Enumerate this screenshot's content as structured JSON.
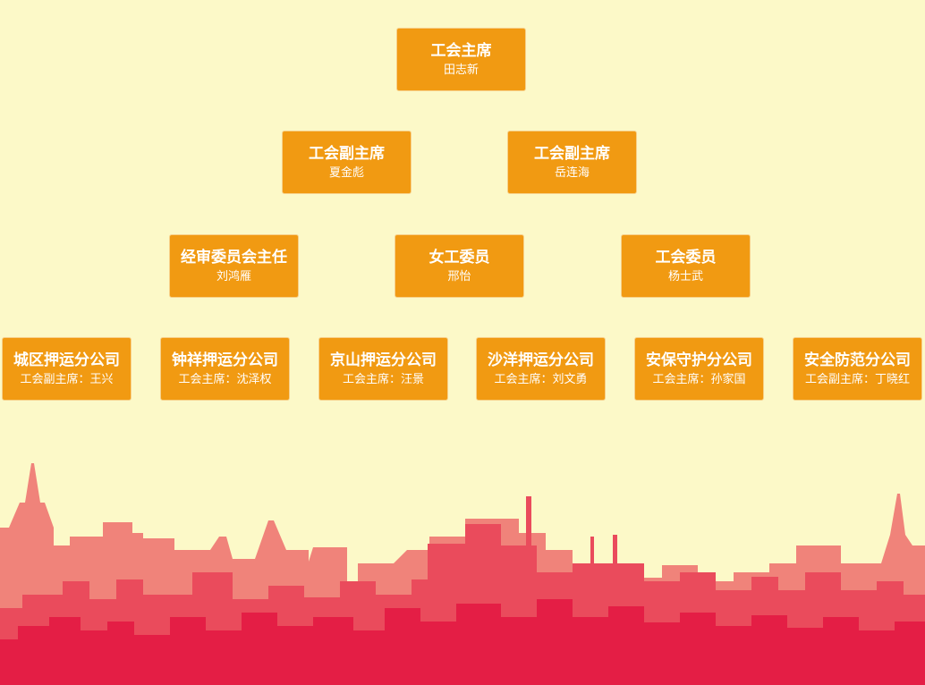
{
  "org_chart": {
    "chairman": {
      "title": "工会主席",
      "name": "田志新"
    },
    "vice_chairs": [
      {
        "title": "工会副主席",
        "name": "夏金彪"
      },
      {
        "title": "工会副主席",
        "name": "岳连海"
      }
    ],
    "committee": [
      {
        "title": "经审委员会主任",
        "name": "刘鸿雁"
      },
      {
        "title": "女工委员",
        "name": "邢怡"
      },
      {
        "title": "工会委员",
        "name": "杨士武"
      }
    ],
    "companies": [
      {
        "title": "城区押运分公司",
        "name": "工会副主席：王兴"
      },
      {
        "title": "钟祥押运分公司",
        "name": "工会主席：沈泽权"
      },
      {
        "title": "京山押运分公司",
        "name": "工会主席：汪景"
      },
      {
        "title": "沙洋押运分公司",
        "name": "工会主席：刘文勇"
      },
      {
        "title": "安保守护分公司",
        "name": "工会主席：孙家国"
      },
      {
        "title": "安全防范分公司",
        "name": "工会副主席：丁晓红"
      }
    ]
  },
  "colors": {
    "background": "#fcf9c8",
    "box_fill": "#f19a12",
    "box_border": "#f7d08a",
    "text": "#ffffff",
    "skyline_light": "#f0837a",
    "skyline_mid": "#ea4b5c",
    "skyline_dark": "#e41e45"
  }
}
